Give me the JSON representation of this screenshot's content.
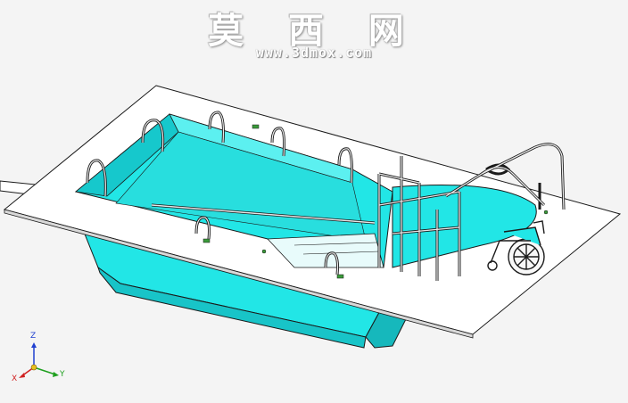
{
  "watermark": {
    "title": "莫 西 网",
    "url": "www.3dmox.com"
  },
  "triad": {
    "x_label": "X",
    "y_label": "Y",
    "z_label": "Z"
  },
  "colors": {
    "pool_fill": "#22e6e6",
    "pool_shade": "#18c4c8",
    "deck": "#ffffff",
    "outline": "#1a1a1a",
    "rail": "#e6e6e6",
    "axis_x": "#d02020",
    "axis_y": "#20a020",
    "axis_z": "#2040d0"
  },
  "icons": {
    "wheelchair": "wheelchair-icon",
    "axis_triad": "axis-triad-icon"
  }
}
